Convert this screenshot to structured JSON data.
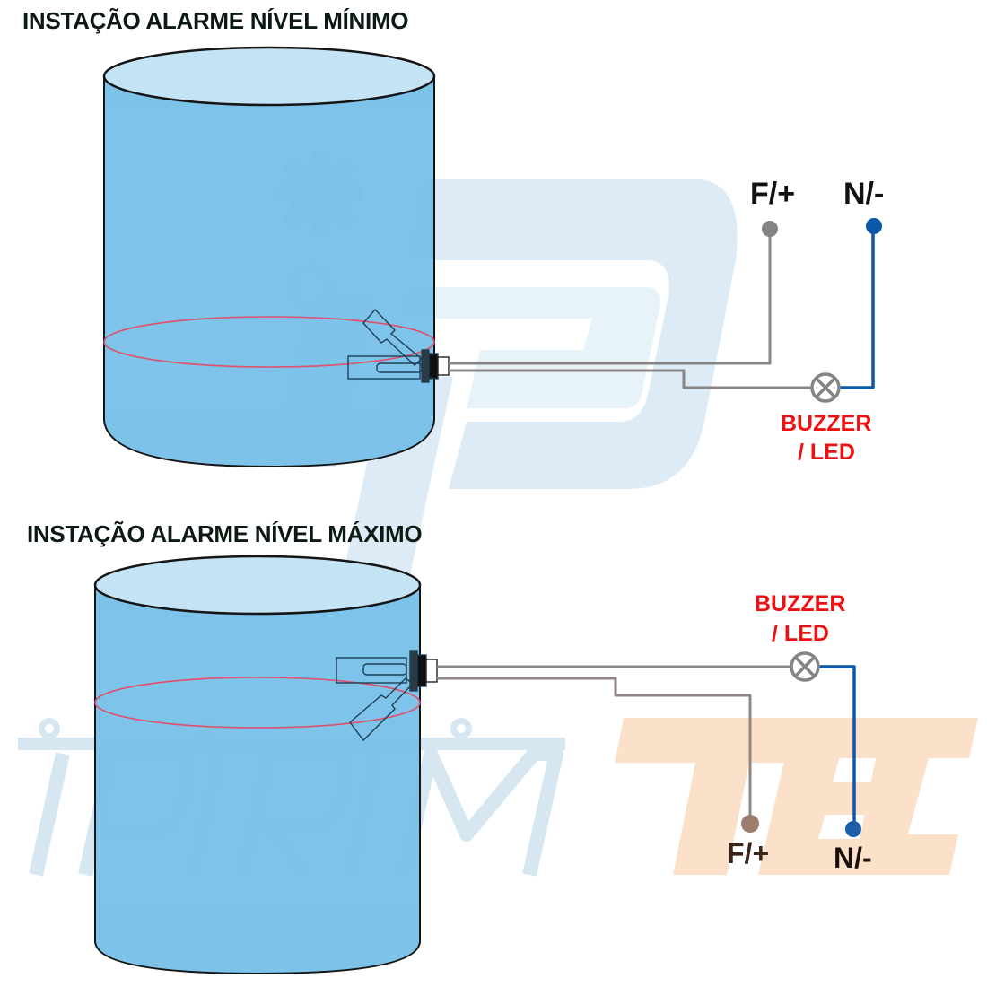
{
  "diagram": {
    "watermark": {
      "brand_left": "PRIM",
      "brand_right": "TEC",
      "brand_left_color": "#dbe9f3",
      "brand_right_color": "#fbe3cc",
      "logo_color": "#cfe4f2"
    },
    "colors": {
      "water": "#7cc3e8",
      "water_dark": "#5fb1df",
      "water_top": "#c2e2f4",
      "outline": "#1a1a1a",
      "level_ring": "#e0506a",
      "wire_phase": "#8a8685",
      "wire_phase_bottom": "#9a7d6c",
      "wire_neutral": "#0b57a8",
      "alarm_label": "#ee1111",
      "terminal_label": "#111111"
    },
    "panels": [
      {
        "title": "INSTAÇÃO ALARME NÍVEL MÍNIMO",
        "phase_label": "F/+",
        "neutral_label": "N/-",
        "alarm_label_line1": "BUZZER",
        "alarm_label_line2": "/ LED"
      },
      {
        "title": "INSTAÇÃO ALARME NÍVEL MÁXIMO",
        "phase_label": "F/+",
        "neutral_label": "N/-",
        "alarm_label_line1": "BUZZER",
        "alarm_label_line2": "/ LED"
      }
    ]
  }
}
